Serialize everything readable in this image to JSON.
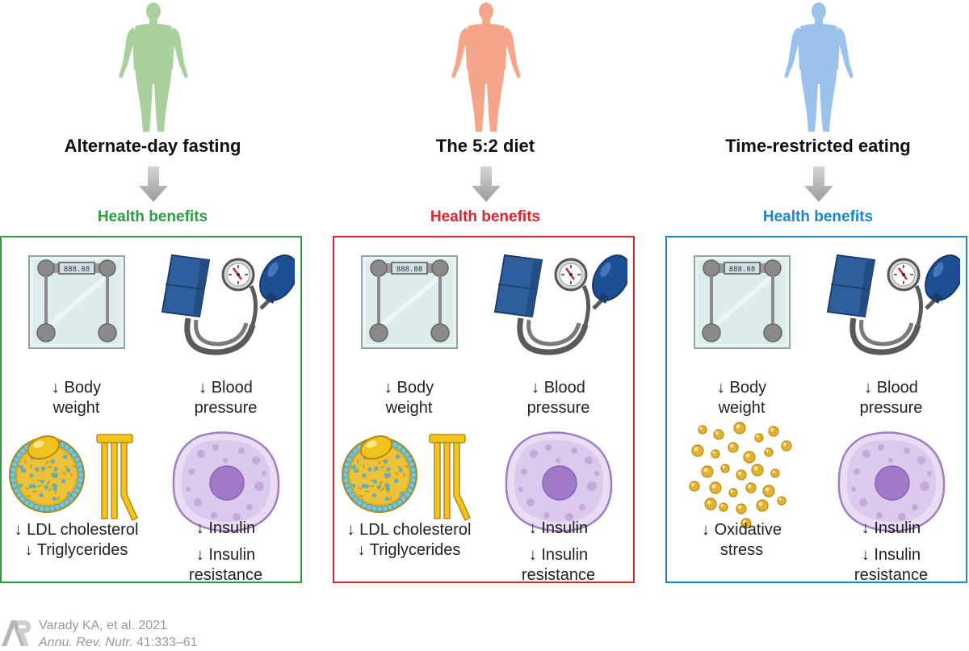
{
  "columns": [
    {
      "title": "Alternate-day fasting",
      "benefits_label": "Health benefits",
      "color": "#2f9a44",
      "figure_color": "#a9cf9d",
      "cells": [
        {
          "icon": "scale-icon",
          "lines": [
            "↓ Body",
            "weight"
          ]
        },
        {
          "icon": "blood-pressure-cuff-icon",
          "lines": [
            "↓ Blood",
            "pressure"
          ]
        },
        {
          "icon": "lipoprotein-icon",
          "lines": [
            "↓ LDL cholesterol",
            "↓ Triglycerides"
          ]
        },
        {
          "icon": "fat-cell-icon",
          "lines": [
            "↓ Insulin",
            "↓ Insulin",
            "resistance"
          ]
        }
      ]
    },
    {
      "title": "The 5:2 diet",
      "benefits_label": "Health benefits",
      "color": "#d9252e",
      "figure_color": "#f5a58a",
      "cells": [
        {
          "icon": "scale-icon",
          "lines": [
            "↓ Body",
            "weight"
          ]
        },
        {
          "icon": "blood-pressure-cuff-icon",
          "lines": [
            "↓ Blood",
            "pressure"
          ]
        },
        {
          "icon": "lipoprotein-icon",
          "lines": [
            "↓ LDL cholesterol",
            "↓ Triglycerides"
          ]
        },
        {
          "icon": "fat-cell-icon",
          "lines": [
            "↓ Insulin",
            "↓ Insulin",
            "resistance"
          ]
        }
      ]
    },
    {
      "title": "Time-restricted eating",
      "benefits_label": "Health benefits",
      "color": "#1f83c4",
      "figure_color": "#9bc2ea",
      "cells": [
        {
          "icon": "scale-icon",
          "lines": [
            "↓ Body",
            "weight"
          ]
        },
        {
          "icon": "blood-pressure-cuff-icon",
          "lines": [
            "↓ Blood",
            "pressure"
          ]
        },
        {
          "icon": "oxidative-particles-icon",
          "lines": [
            "↓ Oxidative",
            "stress"
          ]
        },
        {
          "icon": "fat-cell-icon",
          "lines": [
            "↓ Insulin",
            "↓ Insulin",
            "resistance"
          ]
        }
      ]
    }
  ],
  "scale_display": "888.88",
  "citation": {
    "line1": "Varady KA, et al. 2021",
    "journal": "Annu. Rev. Nutr.",
    "pages": " 41:333–61"
  }
}
